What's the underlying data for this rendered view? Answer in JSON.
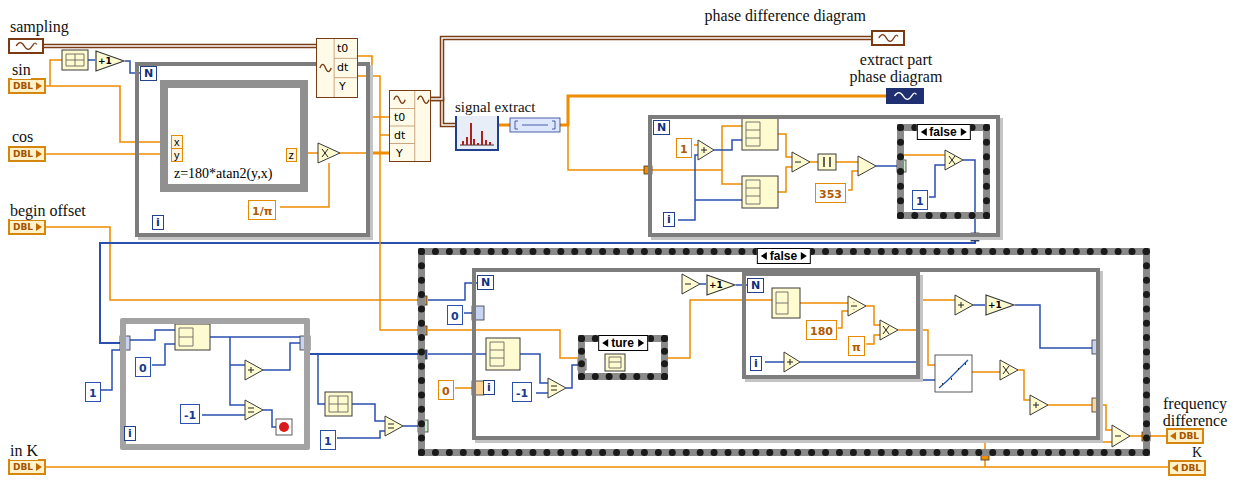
{
  "diagram": {
    "nodes": [
      {
        "text": [
          "sampling"
        ]
      },
      {
        "text": [
          "sin",
          "DBL"
        ]
      },
      {
        "text": [
          "cos",
          "DBL"
        ]
      },
      {
        "text": [
          "begin offset",
          "DBL"
        ]
      },
      {
        "text": [
          "in K",
          "DBL"
        ]
      },
      {
        "text": [
          "N",
          "i"
        ]
      },
      {
        "text": [
          "x",
          "y",
          "z=180*atan2(y,x)",
          "z"
        ],
        "in": 5
      },
      {
        "text": [
          "1/π"
        ],
        "in": 5
      },
      {
        "text": [
          "+1"
        ]
      },
      {
        "text": [
          "t0",
          "dt",
          "Y"
        ]
      },
      {
        "text": [
          "t0",
          "dt",
          "Y"
        ]
      },
      {
        "text": [
          "signal extract"
        ]
      },
      {
        "text": [
          "phase difference diagram"
        ]
      },
      {
        "text": [
          "extract part phase diagram"
        ]
      },
      {
        "text": [
          "N",
          "i"
        ]
      },
      {
        "text": [
          "1"
        ],
        "in": 14
      },
      {
        "text": [
          "353"
        ],
        "in": 14
      },
      {
        "text": [
          "false"
        ],
        "in": 14
      },
      {
        "text": [
          "1"
        ],
        "in": 17
      },
      {
        "text": [
          "i"
        ]
      },
      {
        "text": [
          "0"
        ],
        "in": 19
      },
      {
        "text": [
          "-1"
        ],
        "in": 19
      },
      {
        "text": [
          "1"
        ]
      },
      {
        "text": [
          "1"
        ]
      },
      {
        "text": [
          "false"
        ]
      },
      {
        "text": [
          "N",
          "i"
        ],
        "in": 24
      },
      {
        "text": [
          "0"
        ],
        "in": 24
      },
      {
        "text": [
          "0"
        ],
        "in": 24
      },
      {
        "text": [
          "-1"
        ],
        "in": 25
      },
      {
        "text": [
          "ture"
        ],
        "in": 25
      },
      {
        "text": [
          "N",
          "i"
        ],
        "in": 25
      },
      {
        "text": [
          "180"
        ],
        "in": 30
      },
      {
        "text": [
          "π"
        ],
        "in": 30
      },
      {
        "text": [
          "+1"
        ],
        "in": 25
      },
      {
        "text": [
          "+1"
        ],
        "in": 25
      },
      {
        "text": [
          "frequency difference",
          "DBL"
        ]
      },
      {
        "text": [
          "K",
          "DBL"
        ]
      }
    ],
    "edges": [
      {
        "from": 0,
        "to": 9,
        "arrow": "none"
      },
      {
        "from": 1,
        "to": 6,
        "arrow": "none"
      },
      {
        "from": 2,
        "to": 6,
        "arrow": "none"
      },
      {
        "from": 3,
        "to": 24,
        "arrow": "none"
      },
      {
        "from": 4,
        "to": 36,
        "arrow": "none"
      },
      {
        "from": 5,
        "to": 10,
        "arrow": "none"
      },
      {
        "from": 9,
        "to": 10,
        "arrow": "none"
      },
      {
        "from": 10,
        "to": 11,
        "arrow": "none"
      },
      {
        "from": 10,
        "to": 12,
        "arrow": "none"
      },
      {
        "from": 11,
        "to": 13,
        "arrow": "none"
      },
      {
        "from": 14,
        "to": 19,
        "arrow": "none"
      },
      {
        "from": 19,
        "to": 24,
        "arrow": "none"
      },
      {
        "from": 24,
        "to": 35,
        "arrow": "none"
      }
    ]
  }
}
